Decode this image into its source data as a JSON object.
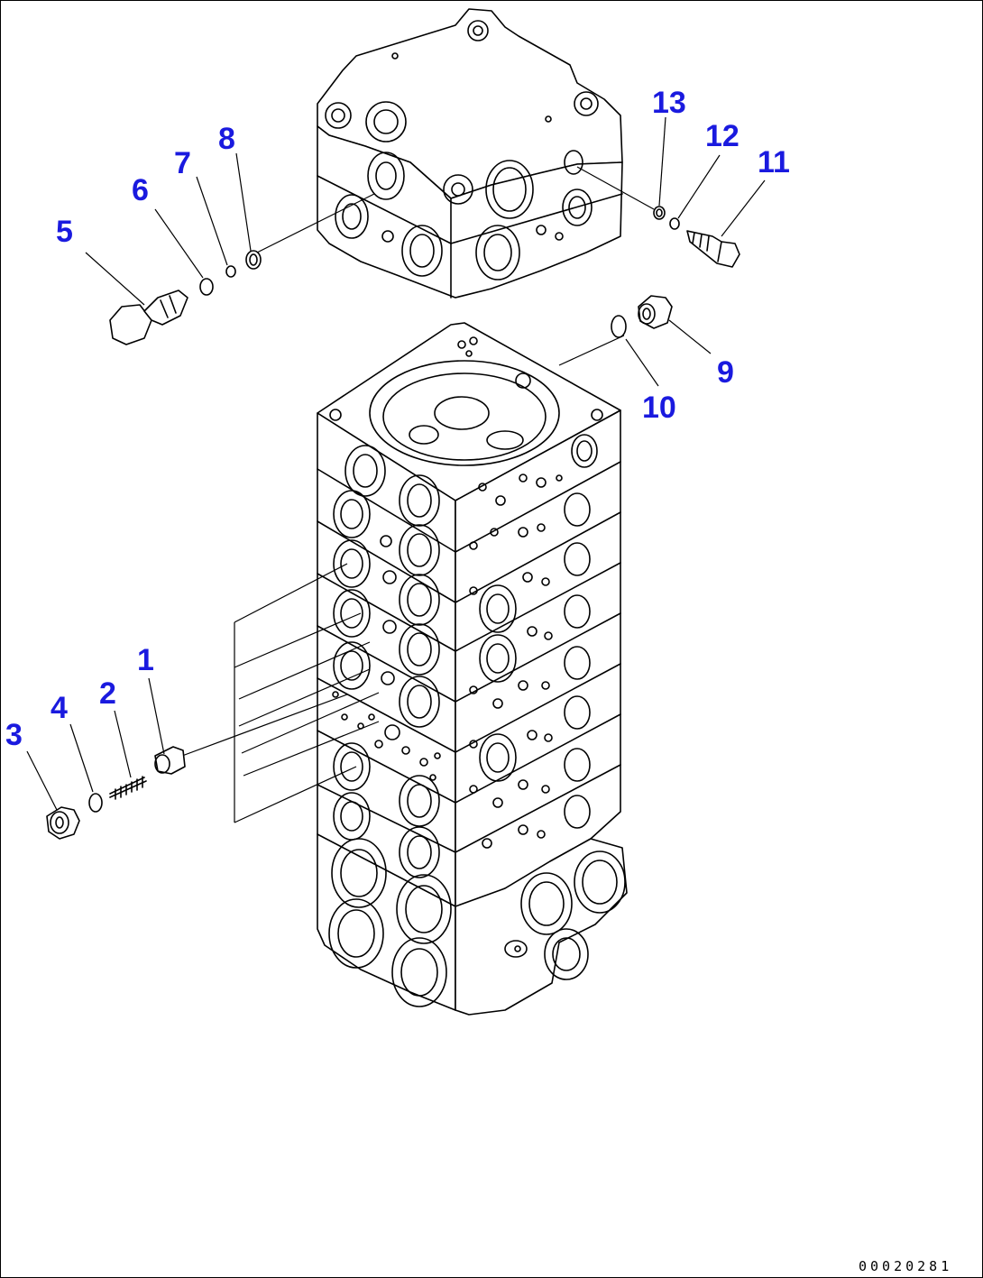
{
  "figure": {
    "callouts": [
      {
        "id": "c1",
        "text": "1"
      },
      {
        "id": "c2",
        "text": "2"
      },
      {
        "id": "c3",
        "text": "3"
      },
      {
        "id": "c4",
        "text": "4"
      },
      {
        "id": "c5",
        "text": "5"
      },
      {
        "id": "c6",
        "text": "6"
      },
      {
        "id": "c7",
        "text": "7"
      },
      {
        "id": "c8",
        "text": "8"
      },
      {
        "id": "c9",
        "text": "9"
      },
      {
        "id": "c10",
        "text": "10"
      },
      {
        "id": "c11",
        "text": "11"
      },
      {
        "id": "c12",
        "text": "12"
      },
      {
        "id": "c13",
        "text": "13"
      }
    ],
    "reference_code": "00020281",
    "callout_color": "#1a1adf"
  }
}
